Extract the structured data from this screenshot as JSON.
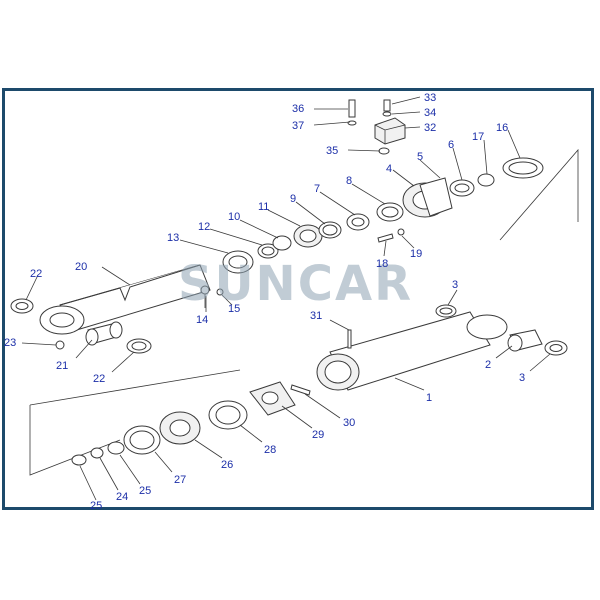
{
  "watermark": {
    "text": "SUNCAR",
    "color": "#8fa3b3"
  },
  "colors": {
    "border": "#1d4a6b",
    "callout": "#1c2fa8",
    "line": "#3a3a3a"
  },
  "callouts": [
    {
      "id": "c1",
      "text": "1"
    },
    {
      "id": "c2",
      "text": "2"
    },
    {
      "id": "c3a",
      "text": "3"
    },
    {
      "id": "c3b",
      "text": "3"
    },
    {
      "id": "c4",
      "text": "4"
    },
    {
      "id": "c5",
      "text": "5"
    },
    {
      "id": "c6",
      "text": "6"
    },
    {
      "id": "c7",
      "text": "7"
    },
    {
      "id": "c8",
      "text": "8"
    },
    {
      "id": "c9",
      "text": "9"
    },
    {
      "id": "c10",
      "text": "10"
    },
    {
      "id": "c11",
      "text": "11"
    },
    {
      "id": "c12",
      "text": "12"
    },
    {
      "id": "c13",
      "text": "13"
    },
    {
      "id": "c14",
      "text": "14"
    },
    {
      "id": "c15",
      "text": "15"
    },
    {
      "id": "c16",
      "text": "16"
    },
    {
      "id": "c17",
      "text": "17"
    },
    {
      "id": "c18",
      "text": "18"
    },
    {
      "id": "c19",
      "text": "19"
    },
    {
      "id": "c20",
      "text": "20"
    },
    {
      "id": "c21",
      "text": "21"
    },
    {
      "id": "c22a",
      "text": "22"
    },
    {
      "id": "c22b",
      "text": "22"
    },
    {
      "id": "c23",
      "text": "23"
    },
    {
      "id": "c24",
      "text": "24"
    },
    {
      "id": "c25a",
      "text": "25"
    },
    {
      "id": "c25b",
      "text": "25"
    },
    {
      "id": "c26",
      "text": "26"
    },
    {
      "id": "c27",
      "text": "27"
    },
    {
      "id": "c28",
      "text": "28"
    },
    {
      "id": "c29",
      "text": "29"
    },
    {
      "id": "c30",
      "text": "30"
    },
    {
      "id": "c31",
      "text": "31"
    },
    {
      "id": "c32",
      "text": "32"
    },
    {
      "id": "c33",
      "text": "33"
    },
    {
      "id": "c34",
      "text": "34"
    },
    {
      "id": "c35",
      "text": "35"
    },
    {
      "id": "c36",
      "text": "36"
    },
    {
      "id": "c37",
      "text": "37"
    }
  ]
}
